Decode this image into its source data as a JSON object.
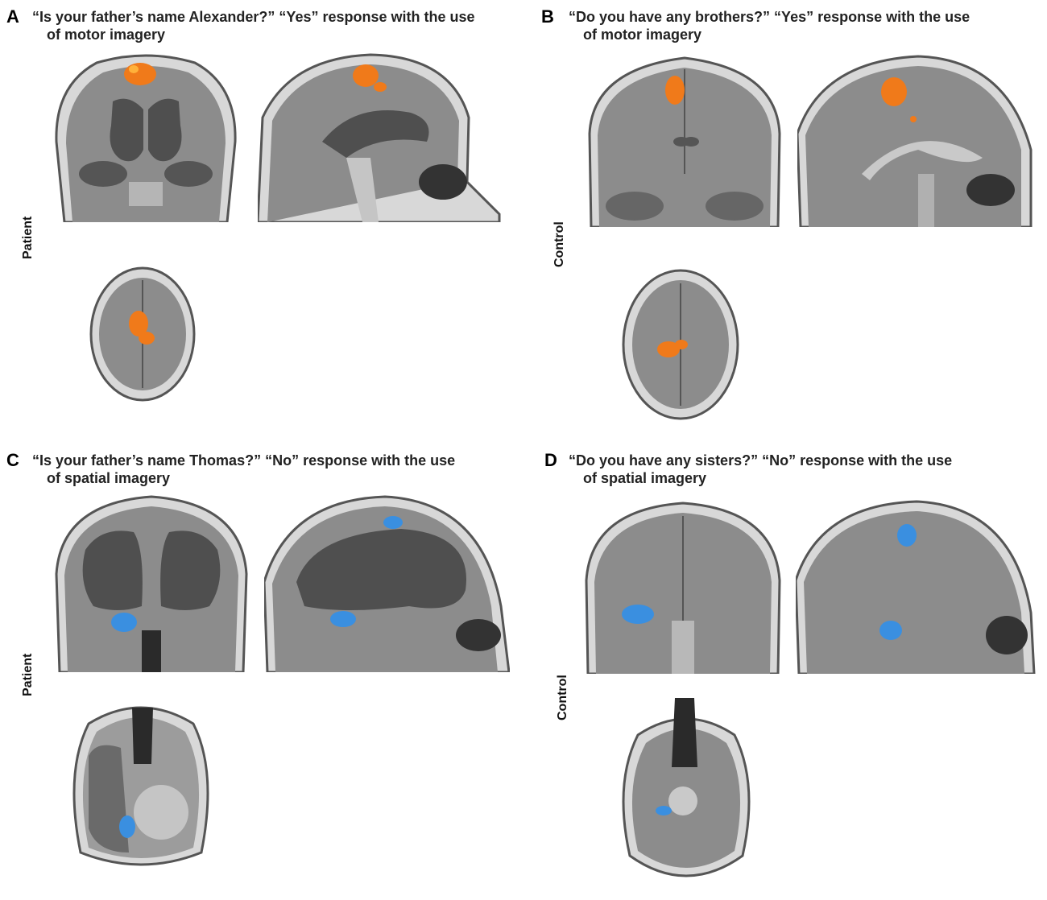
{
  "panels": [
    {
      "letter": "A",
      "caption_line1": "“Is your father’s name Alexander?”  “Yes” response with the use",
      "caption_line2": "of motor imagery",
      "subject": "Patient",
      "activation": "orange"
    },
    {
      "letter": "B",
      "caption_line1": "“Do you have any brothers?”  “Yes” response with the use",
      "caption_line2": "of motor imagery",
      "subject": "Control",
      "activation": "orange"
    },
    {
      "letter": "C",
      "caption_line1": "“Is your father’s name Thomas?”  “No” response with the use",
      "caption_line2": "of spatial imagery",
      "subject": "Patient",
      "activation": "blue"
    },
    {
      "letter": "D",
      "caption_line1": "“Do you have any sisters?”  “No” response with the use",
      "caption_line2": "of spatial imagery",
      "subject": "Control",
      "activation": "blue"
    }
  ],
  "colors": {
    "orange_activation": "#f07a1a",
    "blue_activation": "#3a8fe0",
    "scan_gray": "#8a8a8a",
    "ventricle_dark": "#4a4a4a"
  }
}
